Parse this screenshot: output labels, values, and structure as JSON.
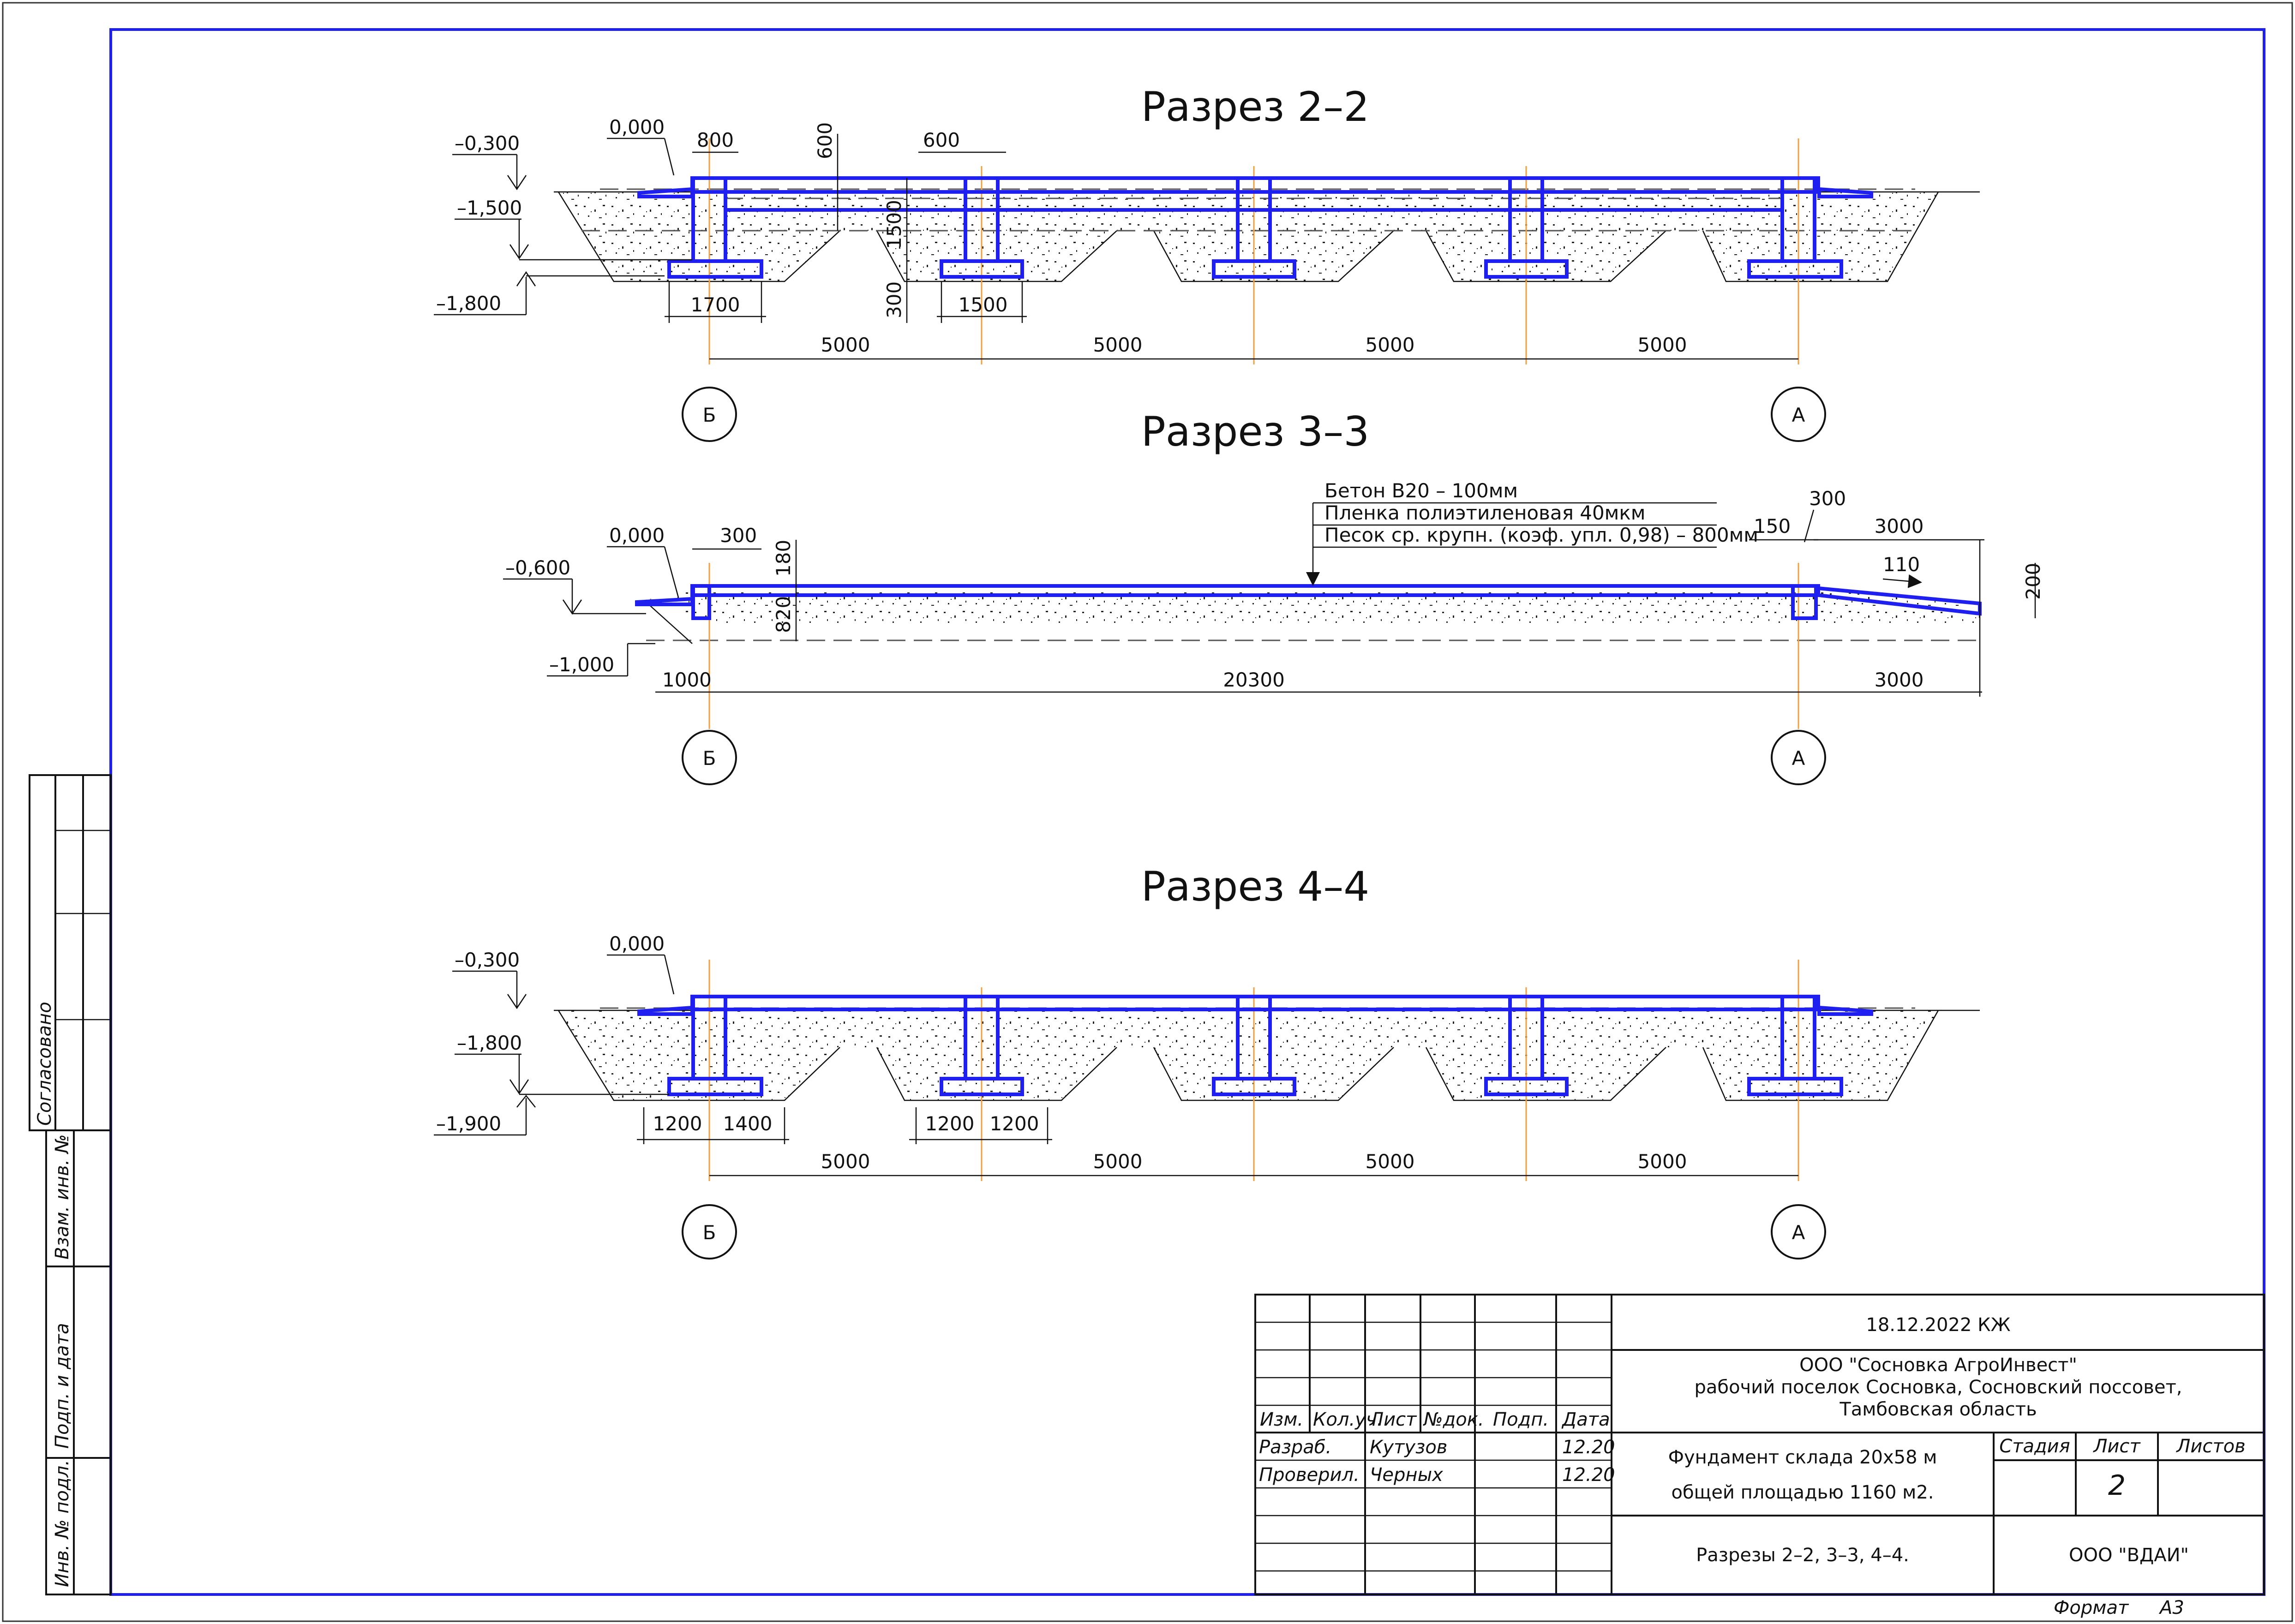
{
  "sections": {
    "s22": {
      "title": "Разрез 2–2",
      "levels": [
        "–0,300",
        "0,000",
        "–1,500",
        "–1,800"
      ],
      "dims": {
        "d800": "800",
        "d600a": "600",
        "d600b": "600",
        "d1500v": "1500",
        "d300": "300",
        "d1700": "1700",
        "d1500": "1500"
      },
      "spans": [
        "5000",
        "5000",
        "5000",
        "5000"
      ],
      "axes": [
        "Б",
        "А"
      ]
    },
    "s33": {
      "title": "Разрез 3–3",
      "levels": [
        "–0,600",
        "0,000",
        "–1,000"
      ],
      "dims": {
        "d300": "300",
        "d180": "180",
        "d820": "820",
        "d150": "150",
        "d300b": "300",
        "d3000a": "3000",
        "d110": "110",
        "d200": "200",
        "d1000": "1000",
        "d20300": "20300",
        "d3000b": "3000"
      },
      "layers": [
        "Бетон В20 – 100мм",
        "Пленка полиэтиленовая 40мкм",
        "Песок ср. крупн. (коэф. упл. 0,98) – 800мм"
      ],
      "axes": [
        "Б",
        "А"
      ]
    },
    "s44": {
      "title": "Разрез 4–4",
      "levels": [
        "–0,300",
        "0,000",
        "–1,800",
        "–1,900"
      ],
      "dims": {
        "d1200a": "1200",
        "d1400": "1400",
        "d1200b": "1200",
        "d1200c": "1200"
      },
      "spans": [
        "5000",
        "5000",
        "5000",
        "5000"
      ],
      "axes": [
        "Б",
        "А"
      ]
    }
  },
  "side_stamp": {
    "agreed": "Согласовано",
    "replace_inv": "Взам. инв. №",
    "sign_date": "Подп. и дата",
    "inv_orig": "Инв. № подл."
  },
  "title_block": {
    "code": "18.12.2022 КЖ",
    "org_lines": [
      "ООО \"Сосновка АгроИнвест\"",
      "рабочий поселок Сосновка, Сосновский поссовет,",
      "Тамбовская область"
    ],
    "headers": [
      "Изм.",
      "Кол.уч.",
      "Лист",
      "№док.",
      "Подп.",
      "Дата"
    ],
    "developer_role": "Разраб.",
    "developer": "Кутузов",
    "developer_date": "12.20",
    "checker_role": "Проверил.",
    "checker": "Черных",
    "checker_date": "12.20",
    "object_line1": "Фундамент склада 20х58 м",
    "object_line2": "общей площадью 1160 м2.",
    "stage_label": "Стадия",
    "sheet_label": "Лист",
    "sheets_label": "Листов",
    "sheet_num": "2",
    "drawing_name": "Разрезы 2–2, 3–3, 4–4.",
    "company": "ООО \"ВДАИ\"",
    "format_label": "Формат",
    "format_value": "А3"
  },
  "colors": {
    "structure": "#1f1ff0",
    "axis_line": "#f0a040",
    "lines": "#111111"
  }
}
